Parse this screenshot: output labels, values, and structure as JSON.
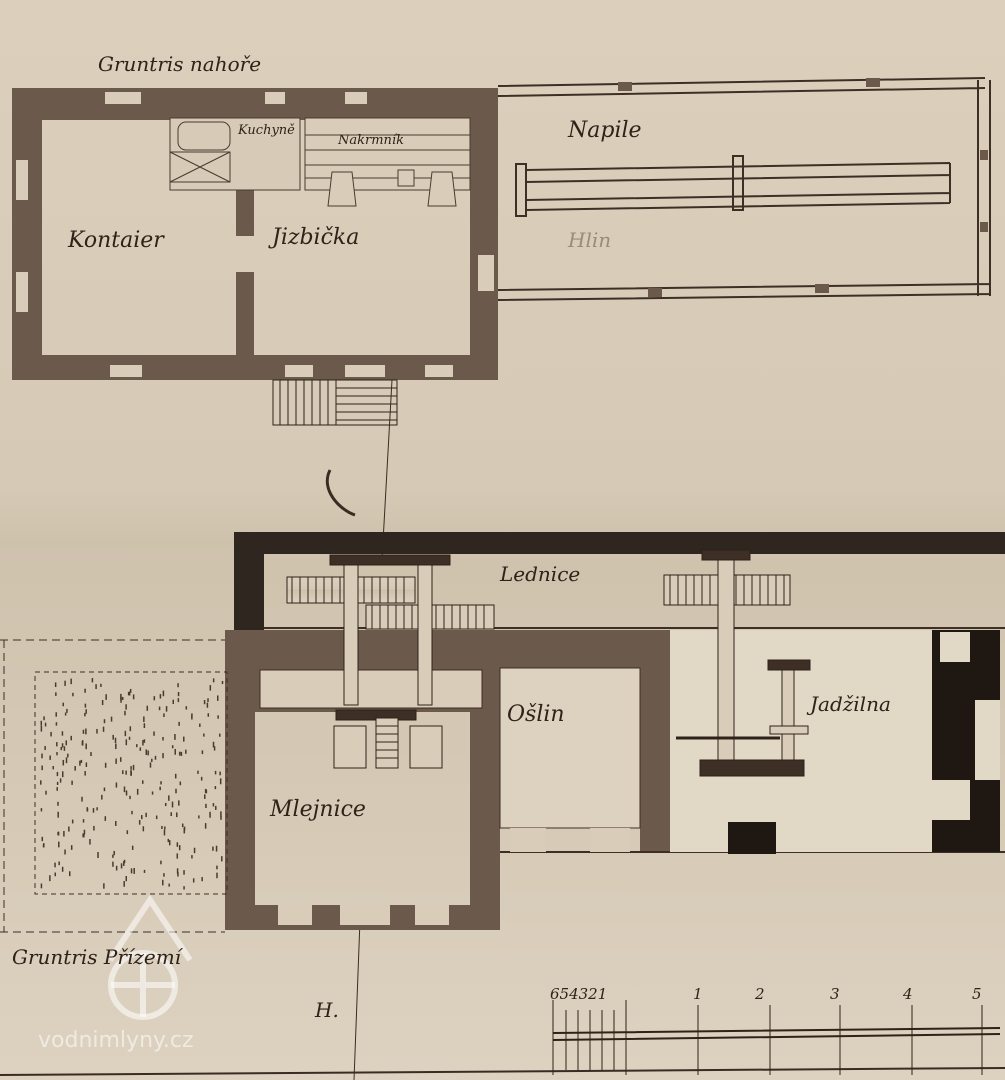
{
  "plan_upper": {
    "title": "Gruntris nahoře",
    "rooms": [
      "Kontaier",
      "Jizbička",
      "Kuchyně",
      "Nakrmník",
      "Napile"
    ],
    "note": "Hlin"
  },
  "plan_ground": {
    "title": "Gruntris Přízemí",
    "rooms": [
      "Lednice",
      "Mlejnice",
      "Ošlin",
      "Jadžilna"
    ],
    "signature": "H."
  },
  "scale": {
    "left_ticks": "654321",
    "right_ticks": [
      "1",
      "2",
      "3",
      "4",
      "5"
    ]
  },
  "watermark": "vodnimlyny.cz",
  "colors": {
    "paper": "#d8ccb8",
    "wall": "#6b5a4b",
    "ink": "#2e2219"
  }
}
